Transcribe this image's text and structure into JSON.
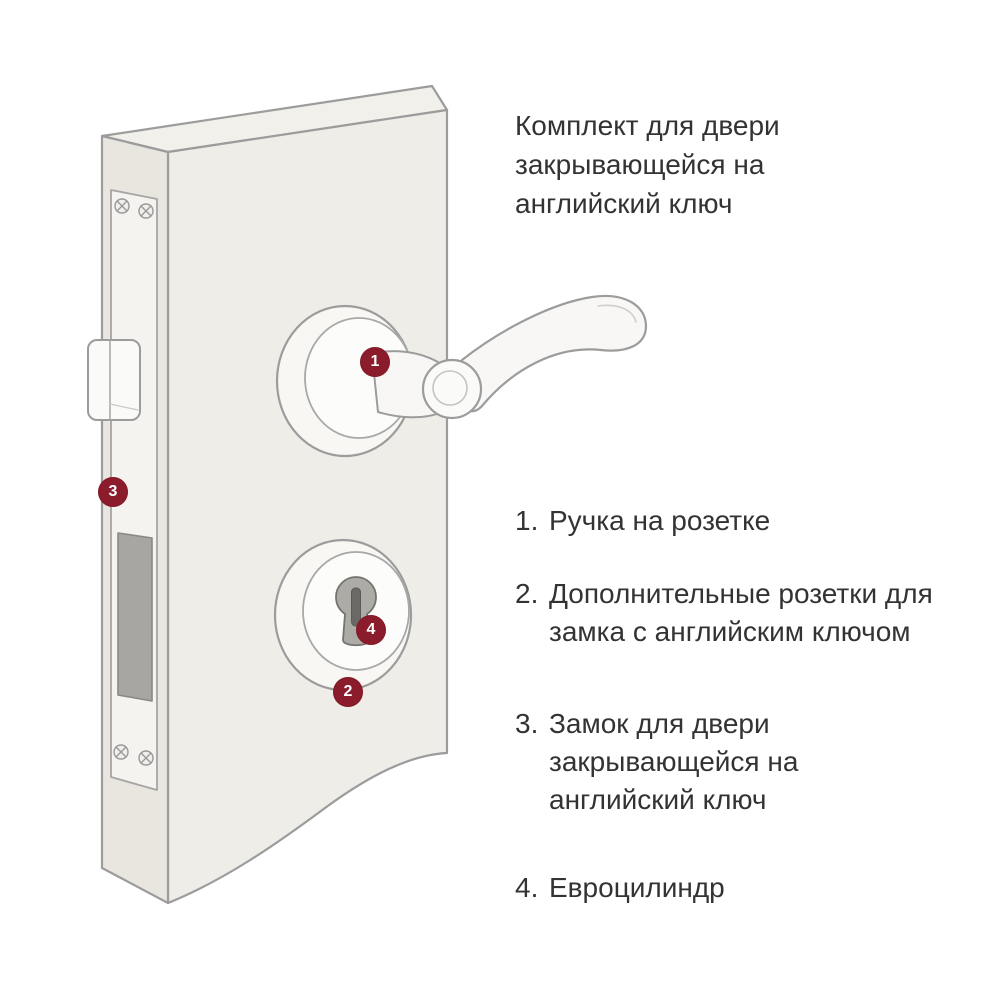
{
  "title": {
    "lines": [
      "Комплект для двери",
      "закрывающейся на",
      "английский ключ"
    ]
  },
  "legend": {
    "items": [
      {
        "num": "1.",
        "lines": [
          "Ручка на розетке"
        ]
      },
      {
        "num": "2.",
        "lines": [
          "Дополнительные розетки для",
          "замка с английским ключом"
        ]
      },
      {
        "num": "3.",
        "lines": [
          "Замок для двери",
          "закрывающейся на",
          "английский ключ"
        ]
      },
      {
        "num": "4.",
        "lines": [
          "Евроцилиндр"
        ]
      }
    ]
  },
  "badges": [
    {
      "label": "1"
    },
    {
      "label": "2"
    },
    {
      "label": "3"
    },
    {
      "label": "4"
    }
  ],
  "colors": {
    "badge": "#8B1C2B",
    "text": "#333333",
    "outline": "#9C9C9C",
    "door_front": "#EFEDE8",
    "door_edge": "#E9E6E0",
    "door_top": "#F2F0EB",
    "deadbolt": "#A8A6A2",
    "cylinder": "#ADABA6"
  }
}
